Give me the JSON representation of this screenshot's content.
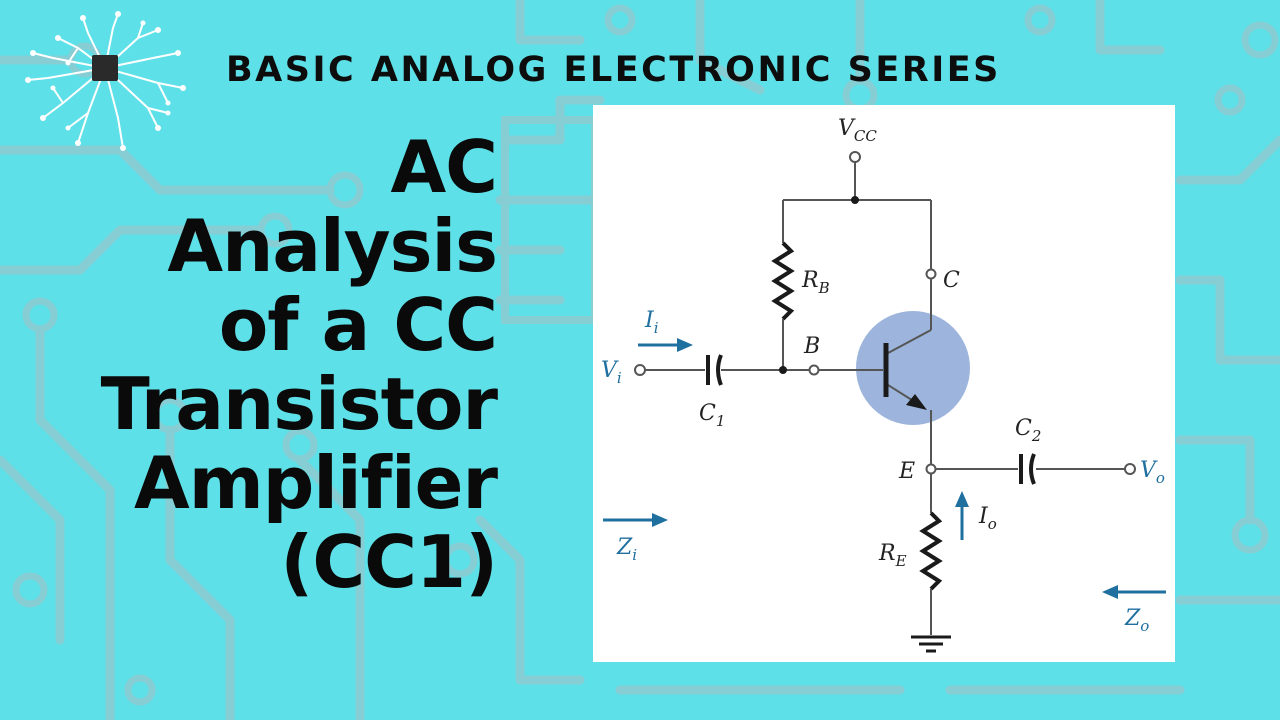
{
  "header": {
    "series": "BASIC ANALOG ELECTRONIC SERIES"
  },
  "title": {
    "lines": [
      "AC",
      "Analysis",
      "of a CC",
      "Transistor",
      "Amplifier",
      "(CC1)"
    ]
  },
  "circuit": {
    "vcc": {
      "main": "V",
      "sub": "CC"
    },
    "rb": {
      "main": "R",
      "sub": "B"
    },
    "c_node": "C",
    "b_node": "B",
    "e_node": "E",
    "ii": {
      "main": "I",
      "sub": "i"
    },
    "vi": {
      "main": "V",
      "sub": "i"
    },
    "c1": {
      "main": "C",
      "sub": "1"
    },
    "c2": {
      "main": "C",
      "sub": "2"
    },
    "vo": {
      "main": "V",
      "sub": "o"
    },
    "io": {
      "main": "I",
      "sub": "o"
    },
    "re": {
      "main": "R",
      "sub": "E"
    },
    "zi": {
      "main": "Z",
      "sub": "i"
    },
    "zo": {
      "main": "Z",
      "sub": "o"
    }
  },
  "colors": {
    "background": "#5ee0e8",
    "trace": "#86cdd4",
    "arrow_blue": "#1f6f9f",
    "transistor_highlight": "#9db5dc"
  }
}
